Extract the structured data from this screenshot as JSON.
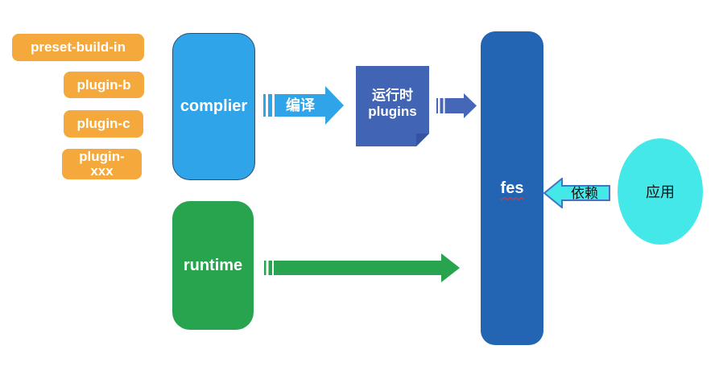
{
  "diagram": {
    "background": "#FFFFFF",
    "plugin_stack": {
      "color": "#F5A83B",
      "text_color": "#FFFFFF",
      "items": [
        {
          "label": "preset-build-in"
        },
        {
          "label": "plugin-b"
        },
        {
          "label": "plugin-c"
        },
        {
          "label": "plugin-xxx"
        }
      ]
    },
    "nodes": {
      "complier": {
        "label": "complier",
        "color": "#2FA4E9",
        "border_color": "#2E4D6E",
        "text_color": "#FFFFFF"
      },
      "runtime_plugins": {
        "label": "运行时 plugins",
        "color": "#4164B4",
        "fold_color": "#35549E",
        "text_color": "#FFFFFF"
      },
      "fes": {
        "label": "fes",
        "color": "#2365B3",
        "text_color": "#FFFFFF",
        "spellcheck_underline_color": "#E8392E"
      },
      "runtime": {
        "label": "runtime",
        "color": "#27A44D",
        "text_color": "#FFFFFF"
      },
      "app": {
        "label": "应用",
        "color": "#44E8E8",
        "text_color": "#111111"
      }
    },
    "arrows": {
      "compile": {
        "label": "编译",
        "color": "#2FA4E9",
        "label_color": "#FFFFFF"
      },
      "plugins_to_fes": {
        "color": "#4667B8"
      },
      "runtime_to_fes": {
        "color": "#27A44D"
      },
      "depends": {
        "label": "依赖",
        "fill": "#44E8E8",
        "border": "#4472C4",
        "label_color": "#111111"
      }
    }
  }
}
